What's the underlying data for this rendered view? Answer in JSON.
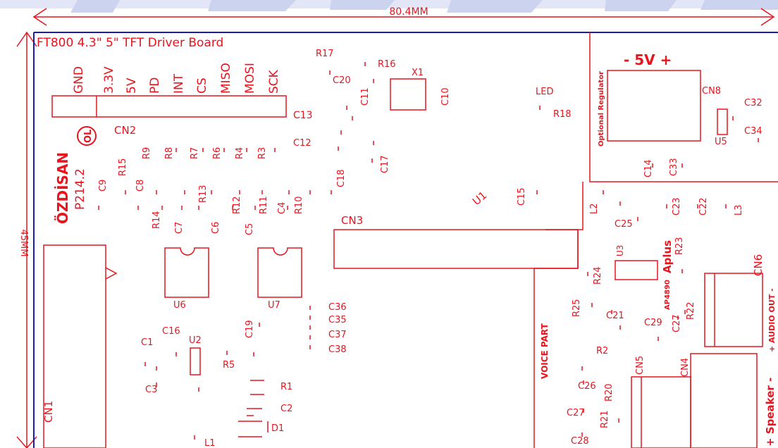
{
  "title": "FT800 4.3\" 5\" TFT Driver Board",
  "dimensions": {
    "width_label": "80.4MM",
    "height_label": "45MM"
  },
  "logo": {
    "brand": "ÖZDİSAN",
    "part_no": "P214.2",
    "mark": "OL"
  },
  "pin_header": {
    "name": "CN2",
    "pins": [
      "GND",
      "3.3V",
      "5V",
      "PD",
      "INT",
      "CS",
      "MISO",
      "MOSI",
      "SCK"
    ]
  },
  "power_section": {
    "label": "- 5V +",
    "regulator_note": "Optional Regulator"
  },
  "voice_section": {
    "label": "VOICE PART",
    "amp_brand": "Aplus",
    "amp_part": "AP4890",
    "audio_out": "+ AUDIO OUT -",
    "speaker": "+ Speaker -"
  },
  "connectors": {
    "cn1": "CN1",
    "cn3": "CN3",
    "cn4": "CN4",
    "cn5": "CN5",
    "cn6": "CN6",
    "cn8": "CN8"
  },
  "ics": {
    "u1": "U1",
    "u2": "U2",
    "u3": "U3",
    "u5": "U5",
    "u6": "U6",
    "u7": "U7",
    "x1": "X1",
    "d1": "D1",
    "l1": "L1",
    "l2": "L2",
    "l3": "L3",
    "led": "LED"
  },
  "designators": {
    "r1": "R1",
    "r2": "R2",
    "r3": "R3",
    "r4": "R4",
    "r5": "R5",
    "r6": "R6",
    "r7": "R7",
    "r8": "R8",
    "r9": "R9",
    "r10": "R10",
    "r11": "R11",
    "r12": "R12",
    "r13": "R13",
    "r14": "R14",
    "r15": "R15",
    "r16": "R16",
    "r17": "R17",
    "r18": "R18",
    "r20": "R20",
    "r21": "R21",
    "r22": "R22",
    "r23": "R23",
    "r24": "R24",
    "r25": "R25",
    "c1": "C1",
    "c2": "C2",
    "c3": "C3",
    "c4": "C4",
    "c5": "C5",
    "c6": "C6",
    "c7": "C7",
    "c8": "C8",
    "c9": "C9",
    "c10": "C10",
    "c11": "C11",
    "c12": "C12",
    "c13": "C13",
    "c14": "C14",
    "c15": "C15",
    "c16": "C16",
    "c17": "C17",
    "c18": "C18",
    "c19": "C19",
    "c20": "C20",
    "c21": "C21",
    "c22": "C22",
    "c23": "C23",
    "c25": "C25",
    "c26": "C26",
    "c27": "C27",
    "c28": "C28",
    "c29": "C29",
    "c32": "C32",
    "c33": "C33",
    "c34": "C34",
    "c35": "C35",
    "c36": "C36",
    "c37": "C37",
    "c38": "C38"
  },
  "colors": {
    "silkscreen": "#e8141e",
    "board_outline": "#1c1ca8",
    "watermark": "#c7cfee"
  }
}
